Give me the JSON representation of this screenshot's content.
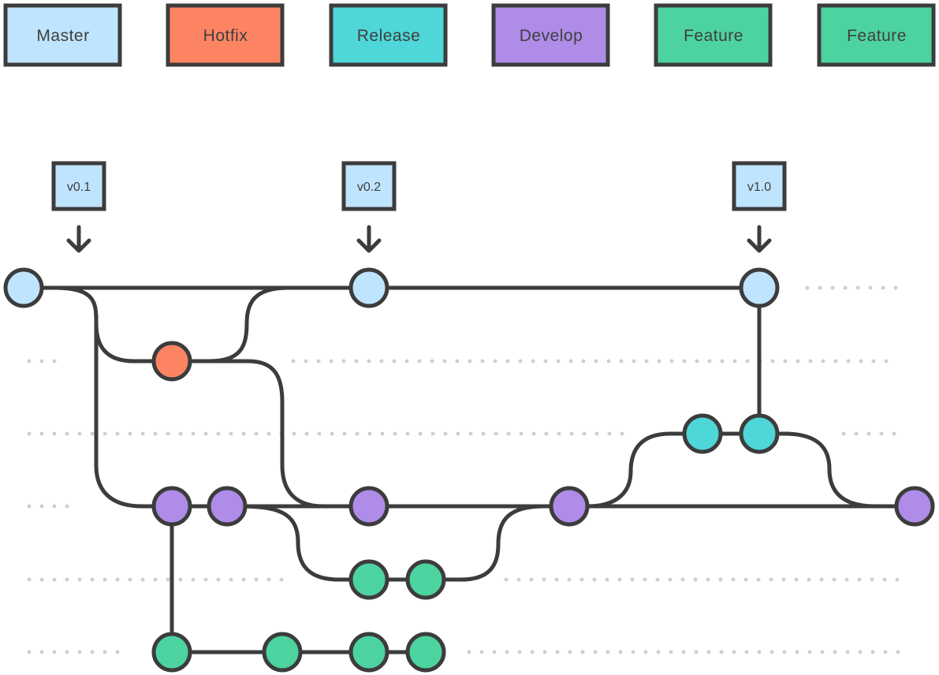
{
  "colors": {
    "master": "#bfe4fd",
    "hotfix": "#fd8463",
    "release": "#4fd6d8",
    "develop": "#ae8ce8",
    "feature": "#4dd3a0",
    "stroke": "#3c3c3c",
    "guide": "#cfcfcf"
  },
  "legend": [
    {
      "label": "Master",
      "color": "master"
    },
    {
      "label": "Hotfix",
      "color": "hotfix"
    },
    {
      "label": "Release",
      "color": "release"
    },
    {
      "label": "Develop",
      "color": "develop"
    },
    {
      "label": "Feature",
      "color": "feature"
    },
    {
      "label": "Feature",
      "color": "feature"
    }
  ],
  "tags": [
    {
      "label": "v0.1",
      "icon": "arrow-down-icon"
    },
    {
      "label": "v0.2",
      "icon": "arrow-down-icon"
    },
    {
      "label": "v1.0",
      "icon": "arrow-down-icon"
    }
  ],
  "lanes": [
    "master",
    "hotfix",
    "release",
    "develop",
    "feature",
    "feature"
  ],
  "commits": [
    {
      "lane": "master"
    },
    {
      "lane": "master"
    },
    {
      "lane": "master"
    },
    {
      "lane": "hotfix"
    },
    {
      "lane": "release"
    },
    {
      "lane": "release"
    },
    {
      "lane": "develop"
    },
    {
      "lane": "develop"
    },
    {
      "lane": "develop"
    },
    {
      "lane": "develop"
    },
    {
      "lane": "develop"
    },
    {
      "lane": "feature"
    },
    {
      "lane": "feature"
    },
    {
      "lane": "feature"
    },
    {
      "lane": "feature"
    },
    {
      "lane": "feature"
    },
    {
      "lane": "feature"
    }
  ]
}
